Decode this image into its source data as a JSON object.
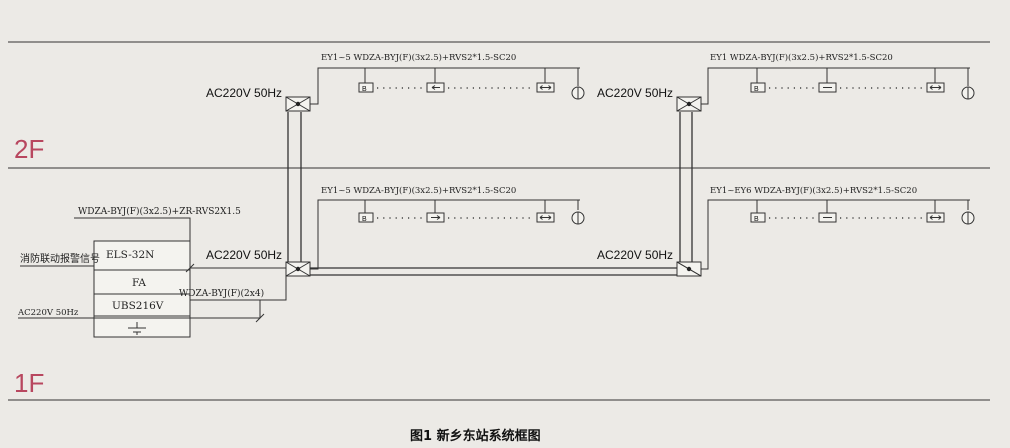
{
  "floors": {
    "upper": "2F",
    "lower": "1F"
  },
  "caption": "图1 新乡东站系统框图",
  "supply": {
    "left_top": "AC220V 50Hz",
    "right_top": "AC220V 50Hz",
    "left_bottom": "AC220V 50Hz",
    "right_bottom": "AC220V 50Hz"
  },
  "circuits": {
    "top_left": "EY1~5 WDZA-BYJ(F)(3x2.5)+RVS2*1.5-SC20",
    "top_right": "EY1 WDZA-BYJ(F)(3x2.5)+RVS2*1.5-SC20",
    "bottom_left": "EY1~5 WDZA-BYJ(F)(3x2.5)+RVS2*1.5-SC20",
    "bottom_right": "EY1~EY6 WDZA-BYJ(F)(3x2.5)+RVS2*1.5-SC20"
  },
  "host": {
    "cable_label": "WDZA-BYJ(F)(3x2.5)+ZR-RVS2X1.5",
    "signal_label": "消防联动报警信号",
    "controller": "ELS-32N",
    "fa": "FA",
    "ups": "UBS216V",
    "power_cable": "WDZA-BYJ(F)(2x4)",
    "power_in": "AC220V 50Hz"
  },
  "colors": {
    "background": "#eceae6",
    "floor_label": "#b8475f",
    "line": "#333333"
  }
}
